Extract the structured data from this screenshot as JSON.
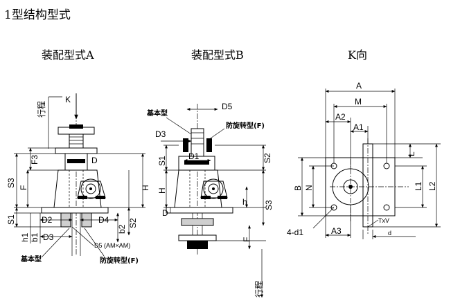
{
  "page": {
    "title": "1型结构型式"
  },
  "views": {
    "a": {
      "title": "装配型式A"
    },
    "b": {
      "title": "装配型式B"
    },
    "k": {
      "title": "K向"
    }
  },
  "labels": {
    "k_arrow": "K",
    "travel": "行程",
    "base_model": "基本型",
    "anti_rotation": "防旋转型(F)",
    "a_dims": {
      "f3": "F3",
      "d": "D",
      "s3": "S3",
      "f": "F",
      "h": "H",
      "s1": "S1",
      "d2": "D2",
      "d4": "D4",
      "b1": "b1",
      "h1": "h1",
      "d3": "D3",
      "s2": "S2",
      "b2": "b2",
      "d5": "D5 (AM×AM)"
    },
    "b_dims": {
      "d5": "D5",
      "d3": "D3",
      "d1": "D1",
      "s1": "S1",
      "s2": "S2",
      "h": "H",
      "h_small": "h",
      "d": "D",
      "s3": "S3",
      "f": "F"
    },
    "k_dims": {
      "a": "A",
      "m": "M",
      "a2": "A2",
      "a1": "A1",
      "l": "L",
      "b": "B",
      "n": "N",
      "l1": "L1",
      "l2": "L2",
      "d1": "4-d1",
      "a3": "A3",
      "txv": "TxV",
      "d": "d"
    }
  }
}
